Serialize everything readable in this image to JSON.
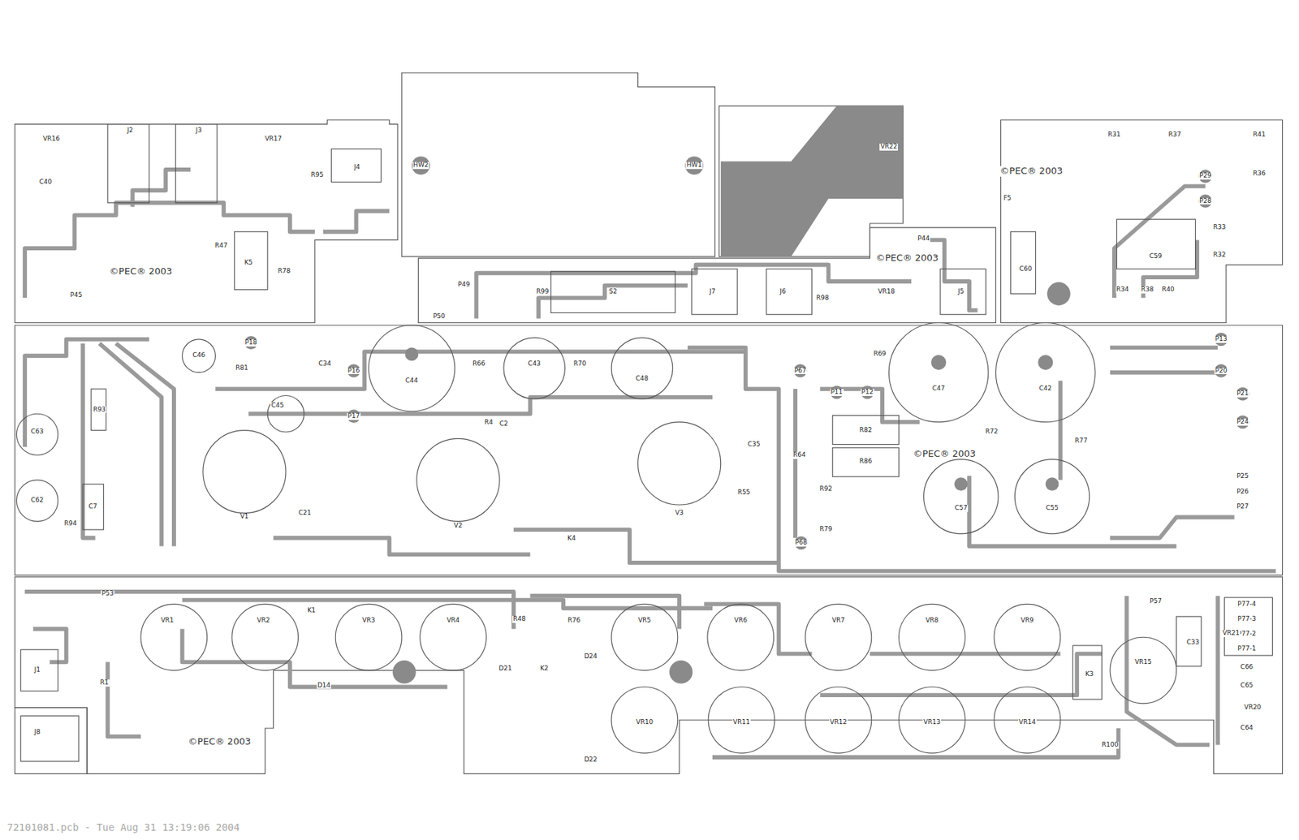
{
  "diagram": {
    "caption": "72101081.pcb - Tue Aug 31 13:19:06 2004",
    "labels": [
      "VR16",
      "J2",
      "J3",
      "VR17",
      "J4",
      "R95",
      "C40",
      "K5",
      "R47",
      "R78",
      "P45",
      "©PEC® 2003",
      "HW2",
      "HW1",
      "VR22",
      "P44",
      "©PEC® 2003",
      "S2",
      "J7",
      "J6",
      "VR18",
      "J5",
      "P50",
      "P49",
      "R99",
      "R98",
      "©PEC® 2003",
      "F5",
      "R31",
      "R37",
      "R41",
      "R36",
      "P29",
      "P28",
      "R33",
      "R32",
      "C59",
      "C60",
      "R34",
      "R38",
      "R40",
      "C46",
      "C44",
      "C43",
      "C48",
      "C47",
      "C42",
      "©PEC® 2003",
      "R82",
      "R86",
      "C57",
      "C55",
      "V1",
      "V2",
      "V3",
      "R93",
      "C7",
      "R94",
      "C63",
      "C62",
      "P18",
      "P16",
      "P17",
      "R66",
      "R70",
      "C34",
      "P11",
      "P12",
      "P67",
      "P68",
      "R69",
      "R72",
      "R77",
      "P13",
      "P20",
      "P21",
      "P24",
      "P25",
      "P26",
      "P27",
      "R64",
      "R92",
      "R79",
      "C35",
      "R55",
      "C2",
      "R4",
      "K4",
      "R81",
      "C45",
      "C21",
      "VR1",
      "VR2",
      "K1",
      "VR3",
      "VR4",
      "VR5",
      "VR6",
      "VR7",
      "VR8",
      "VR9",
      "VR10",
      "VR11",
      "VR12",
      "VR13",
      "VR14",
      "VR15",
      "K2",
      "K3",
      "J1",
      "J8",
      "©PEC® 2003",
      "P53",
      "P57",
      "C33",
      "P77-4",
      "P77-3",
      "P77-2",
      "P77-1",
      "C66",
      "C65",
      "C64",
      "R100",
      "D14",
      "D22",
      "D24",
      "R76",
      "R48",
      "D21",
      "R1",
      "VR20",
      "VR21"
    ]
  }
}
